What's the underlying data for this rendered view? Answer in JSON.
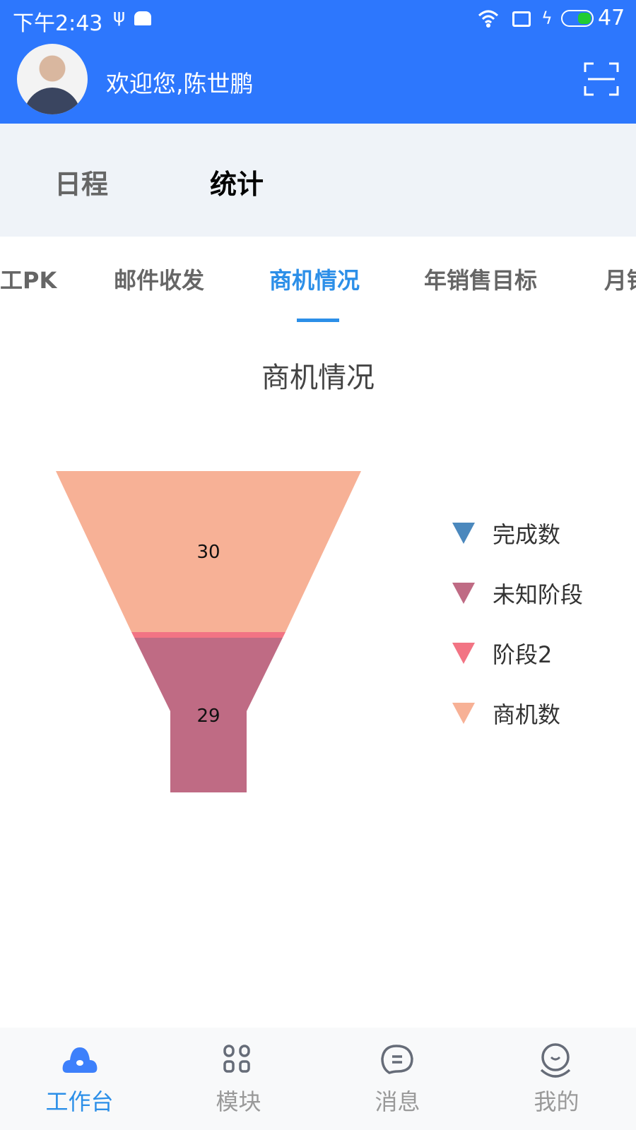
{
  "status_bar": {
    "time": "下午2:43",
    "battery": "47"
  },
  "header": {
    "greeting": "欢迎您,陈世鹏"
  },
  "main_tabs": [
    {
      "label": "日程",
      "active": false
    },
    {
      "label": "统计",
      "active": true
    }
  ],
  "sub_tabs": [
    {
      "label": "工PK"
    },
    {
      "label": "邮件收发"
    },
    {
      "label": "商机情况",
      "active": true
    },
    {
      "label": "年销售目标"
    },
    {
      "label": "月销"
    }
  ],
  "colors": {
    "primary": "#2d77fd",
    "accent": "#2c8fe8"
  },
  "chart_data": {
    "type": "funnel",
    "title": "商机情况",
    "legend_position": "right",
    "series": [
      {
        "name": "完成数",
        "value": null,
        "color": "#4b88bd"
      },
      {
        "name": "未知阶段",
        "value": 29,
        "color": "#bf6b84"
      },
      {
        "name": "阶段2",
        "value": null,
        "color": "#f27484"
      },
      {
        "name": "商机数",
        "value": 30,
        "color": "#f7b196"
      }
    ],
    "data_labels": [
      "30",
      "29"
    ]
  },
  "bottom_nav": [
    {
      "label": "工作台",
      "icon": "cloud-icon",
      "active": true
    },
    {
      "label": "模块",
      "icon": "grid-icon"
    },
    {
      "label": "消息",
      "icon": "message-icon"
    },
    {
      "label": "我的",
      "icon": "profile-icon"
    }
  ]
}
